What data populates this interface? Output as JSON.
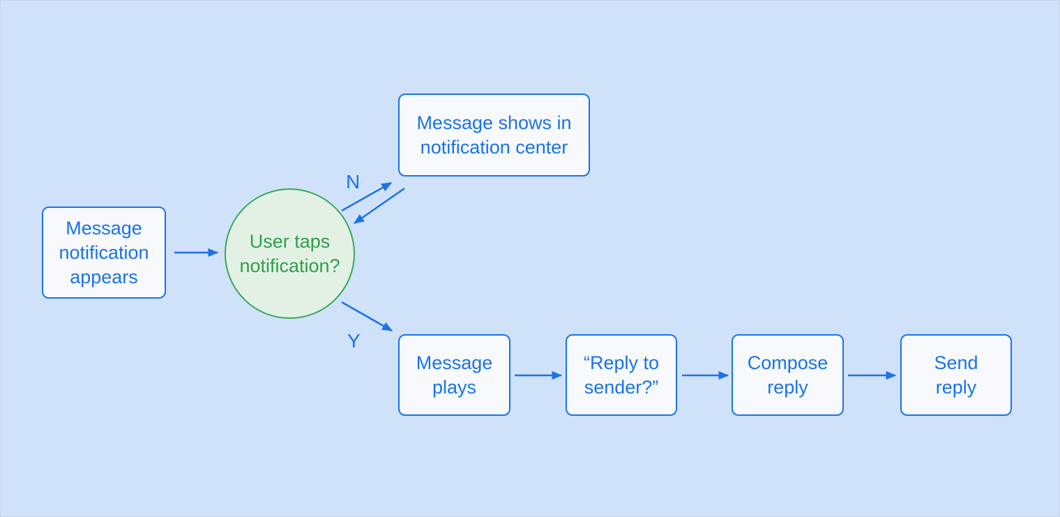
{
  "diagram_type": "flowchart",
  "colors": {
    "background": "#d0e1fa",
    "process_fill": "#f7f9fc",
    "process_border": "#1a73e8",
    "process_text": "#1a73e8",
    "decision_fill": "#e3f1e4",
    "decision_border": "#34a853",
    "decision_text": "#2f9e4e",
    "arrow": "#1a73e8",
    "branch_label_text": "#1a73e8"
  },
  "nodes": {
    "start": {
      "type": "process",
      "shape": "rounded-rectangle",
      "label": "Message\nnotification\nappears"
    },
    "decision": {
      "type": "decision",
      "shape": "circle",
      "label": "User taps\nnotification?"
    },
    "notification_center": {
      "type": "process",
      "shape": "rounded-rectangle",
      "label": "Message shows in\nnotification center"
    },
    "message_plays": {
      "type": "process",
      "shape": "rounded-rectangle",
      "label": "Message\nplays"
    },
    "reply_to_sender": {
      "type": "process",
      "shape": "rounded-rectangle",
      "label": "“Reply to\nsender?”"
    },
    "compose_reply": {
      "type": "process",
      "shape": "rounded-rectangle",
      "label": "Compose\nreply"
    },
    "send_reply": {
      "type": "process",
      "shape": "rounded-rectangle",
      "label": "Send\nreply"
    }
  },
  "branch_labels": {
    "no": "N",
    "yes": "Y"
  },
  "edges": [
    {
      "from": "start",
      "to": "decision",
      "label": ""
    },
    {
      "from": "decision",
      "to": "notification_center",
      "label": "N"
    },
    {
      "from": "notification_center",
      "to": "decision",
      "label": ""
    },
    {
      "from": "decision",
      "to": "message_plays",
      "label": "Y"
    },
    {
      "from": "message_plays",
      "to": "reply_to_sender",
      "label": ""
    },
    {
      "from": "reply_to_sender",
      "to": "compose_reply",
      "label": ""
    },
    {
      "from": "compose_reply",
      "to": "send_reply",
      "label": ""
    }
  ]
}
